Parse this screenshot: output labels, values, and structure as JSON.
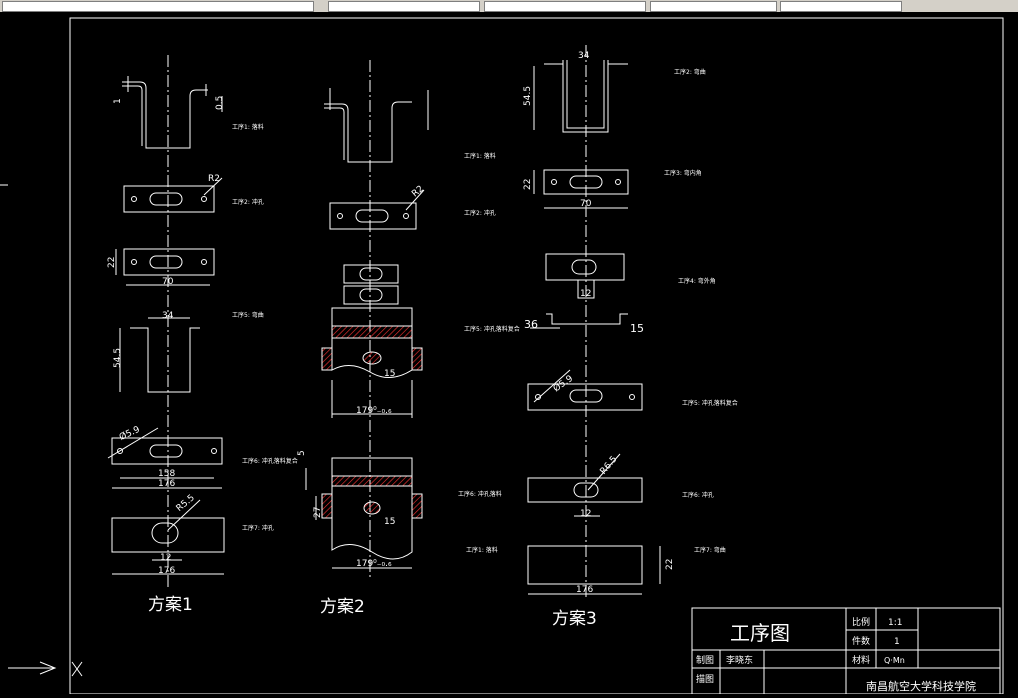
{
  "title_block": {
    "drawing_title": "工序图",
    "scale_label": "比例",
    "scale_value": "1:1",
    "qty_label": "件数",
    "qty_value": "1",
    "material_label": "材料",
    "material_value": "Q·Mn",
    "drawn_label": "制图",
    "drawn_value": "李晓东",
    "checked_label": "描图",
    "school": "南昌航空大学科技学院"
  },
  "schemes": [
    {
      "label": "方案1"
    },
    {
      "label": "方案2"
    },
    {
      "label": "方案3"
    }
  ],
  "dims": {
    "d1": "1",
    "d05": "0.5",
    "d34": "34",
    "d545": "54.5",
    "d22": "22",
    "d70": "70",
    "r2": "R2",
    "d158": "158",
    "d176": "176",
    "r55": "R5.5",
    "d12": "12",
    "d15": "15",
    "d179": "179⁰₋₀.₆",
    "d5": "5",
    "d27": "27",
    "d36": "36",
    "d59": "Ø5.9",
    "d65": "R6.5"
  },
  "steps": {
    "s1_1": "工序1: 落料",
    "s1_2": "工序2: 冲孔",
    "s1_5": "工序5: 弯曲",
    "s1_6": "工序6: 冲孔落料复合",
    "s1_7": "工序7: 冲孔",
    "s2_1": "工序1: 落料",
    "s2_2": "工序2: 冲孔",
    "s2_5": "工序5: 冲孔落料复合",
    "s2_6": "工序6: 冲孔落料",
    "s3_1": "工序1: 落料",
    "s3_2": "工序2: 弯曲",
    "s3_3": "工序3: 弯内角",
    "s3_4": "工序4: 弯外角",
    "s3_5": "工序5: 冲孔落料复合",
    "s3_6": "工序6: 冲孔",
    "s3_7": "工序7: 弯曲"
  },
  "colors": {
    "line": "#ffffff",
    "bg": "#000000",
    "hatch": "#ff3333",
    "ui": "#d4d0c8"
  }
}
